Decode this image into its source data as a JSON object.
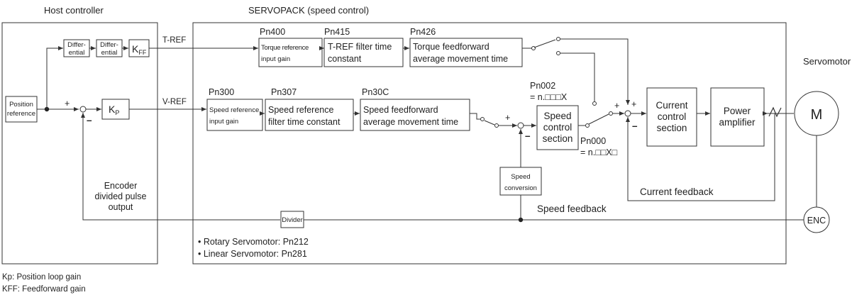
{
  "headers": {
    "host": "Host controller",
    "servopack": "SERVOPACK (speed control)",
    "servomotor": "Servomotor"
  },
  "blocks": {
    "position_reference": [
      "Position",
      "reference"
    ],
    "differential_1": [
      "Differ-",
      "ential"
    ],
    "differential_2": [
      "Differ-",
      "ential"
    ],
    "kff": {
      "main": "K",
      "sub": "FF"
    },
    "kp": {
      "main": "K",
      "sub": "P"
    },
    "torque_ref_gain": [
      "Torque reference",
      "input gain"
    ],
    "tref_filter": [
      "T-REF filter time",
      "constant"
    ],
    "torque_ff_avg": [
      "Torque feedforward",
      "average movement time"
    ],
    "speed_ref_gain": [
      "Speed reference",
      "input gain"
    ],
    "speed_ref_filter": [
      "Speed reference",
      "filter time constant"
    ],
    "speed_ff_avg": [
      "Speed feedforward",
      "average movement time"
    ],
    "speed_control": [
      "Speed",
      "control",
      "section"
    ],
    "speed_conversion": [
      "Speed",
      "conversion"
    ],
    "current_control": [
      "Current",
      "control",
      "section"
    ],
    "power_amplifier": [
      "Power",
      "amplifier"
    ],
    "divider": "Divider",
    "motor": "M",
    "encoder": "ENC"
  },
  "params": {
    "pn400": "Pn400",
    "pn415": "Pn415",
    "pn426": "Pn426",
    "pn300": "Pn300",
    "pn307": "Pn307",
    "pn30c": "Pn30C",
    "pn002": "Pn002",
    "pn002_setting": "= n.□□□X",
    "pn000": "Pn000",
    "pn000_setting": "= n.□□X□"
  },
  "signals": {
    "tref": "T-REF",
    "vref": "V-REF",
    "plus": "+",
    "minus": "–",
    "encoder_output": [
      "Encoder",
      "divided pulse",
      "output"
    ],
    "current_feedback": "Current feedback",
    "speed_feedback": "Speed feedback"
  },
  "notes": {
    "rotary": "• Rotary Servomotor: Pn212",
    "linear": "• Linear Servomotor: Pn281"
  },
  "footnotes": {
    "kp": "Kp: Position loop gain",
    "kff": "KFF: Feedforward gain"
  }
}
